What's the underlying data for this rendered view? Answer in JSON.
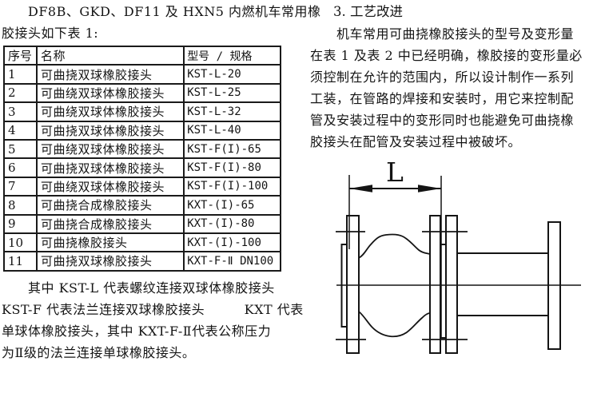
{
  "left": {
    "intro_lines": [
      "　　DF8B、GKD、DF11 及 HXN5 内燃机车常用橡",
      "胶接头如下表 1:"
    ],
    "table": {
      "headers": [
        "序号",
        "名称",
        "型号 / 规格"
      ],
      "rows": [
        [
          "1",
          "可曲挠双球橡胶接头",
          "KST-L-20"
        ],
        [
          "2",
          "可曲绕双球体橡胶接头",
          "KST-L-25"
        ],
        [
          "3",
          "可曲绕双球体橡胶接头",
          "KST-L-32"
        ],
        [
          "4",
          "可曲挠双球体橡胶接头",
          "KST-L-40"
        ],
        [
          "5",
          "可曲绕双球体橡胶接头",
          "KST-F(I)-65"
        ],
        [
          "6",
          "可曲挠双球体橡胶接头",
          "KST-F(I)-80"
        ],
        [
          "7",
          "可曲绕双球体橡胶接头",
          "KST-F(I)-100"
        ],
        [
          "8",
          "可曲挠合成橡胶接头",
          "KXT-(I)-65"
        ],
        [
          "9",
          "可曲挠合成橡胶接头",
          "KXT-(I)-80"
        ],
        [
          "10",
          "可曲挠橡胶接头",
          "KXT-(I)-100"
        ],
        [
          "11",
          "可曲挠双球橡胶接头",
          "KXT-F-Ⅱ DN100"
        ]
      ]
    },
    "note_lines": [
      "　　其中 KST-L 代表螺纹连接双球体橡胶接头",
      "KST-F 代表法兰连接双球橡胶接头　　　KXT 代表",
      "单球体橡胶接头，其中 KXT-F-Ⅱ代表公称压力",
      "为Ⅱ级的法兰连接单球橡胶接头。"
    ]
  },
  "right": {
    "section_title": "3. 工艺改进",
    "body_lines": [
      "　　机车常用可曲挠橡胶接头的型号及变形量",
      "在表 1 及表 2 中已经明确，橡胶接的变形量必",
      "须控制在允许的范围内，所以设计制作一系列",
      "工装，在管路的焊接和安装时，用它来控制配",
      "管及安装过程中的变形同时也能避免可曲挠橡",
      "胶接头在配管及安装过程中被破坏。"
    ],
    "diagram": {
      "dimension_label": "L",
      "line_color": "#141414"
    }
  }
}
